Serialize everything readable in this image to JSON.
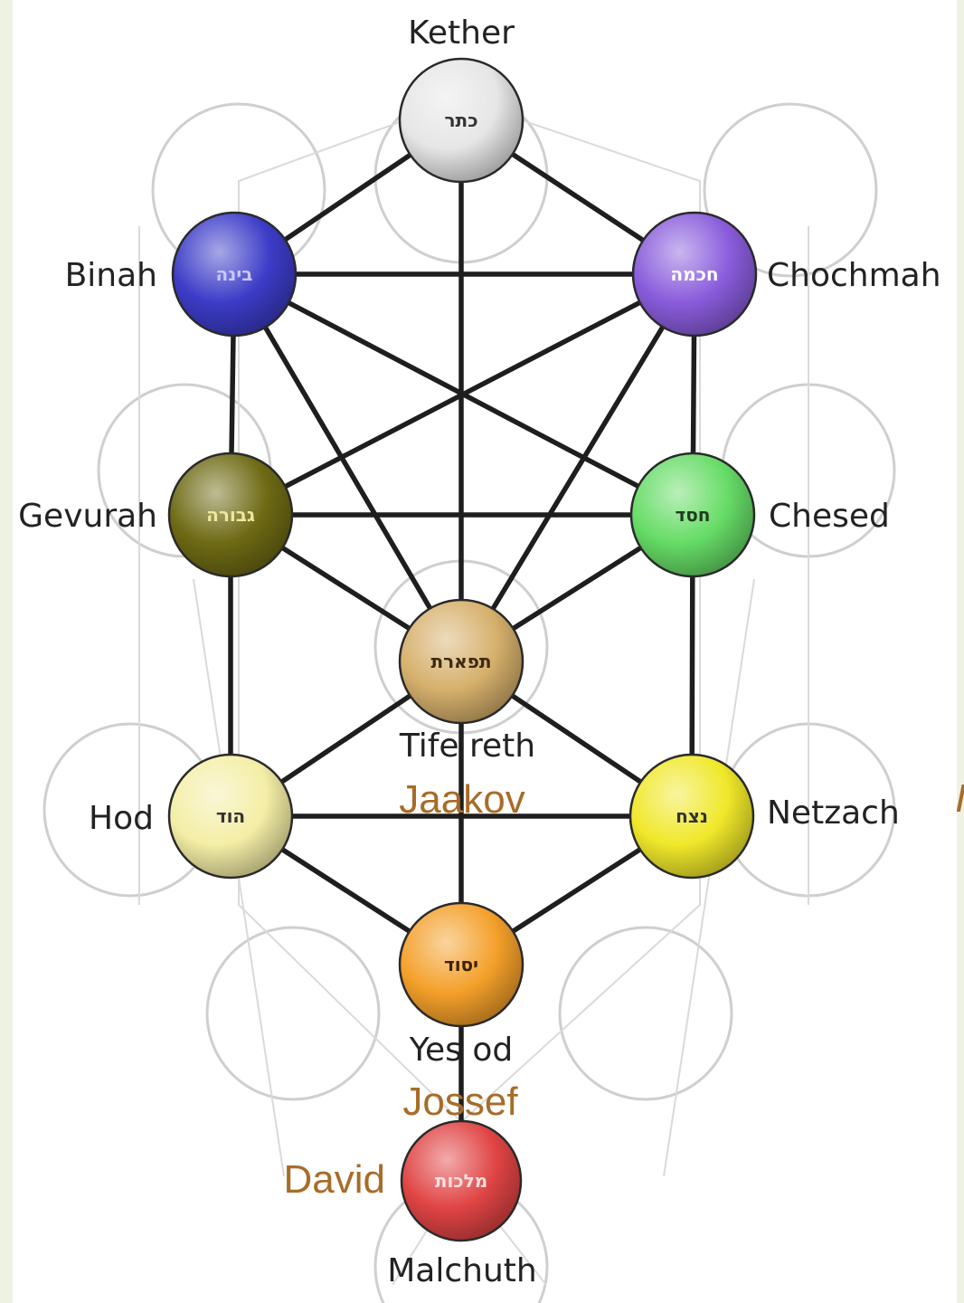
{
  "sefirot": [
    {
      "id": "kether",
      "name": "Kether",
      "hebrew": "כתר",
      "color": "#e6e6e6",
      "text_color": "#333333"
    },
    {
      "id": "binah",
      "name": "Binah",
      "hebrew": "בינה",
      "color": "#3c3cc8",
      "text_color": "#c8c8ff"
    },
    {
      "id": "chochmah",
      "name": "Chochmah",
      "hebrew": "חכמה",
      "color": "#8a5cdc",
      "text_color": "#ffffff"
    },
    {
      "id": "gevurah",
      "name": "Gevurah",
      "hebrew": "גבורה",
      "color": "#6e6a14",
      "text_color": "#f0e8a0"
    },
    {
      "id": "chesed",
      "name": "Chesed",
      "hebrew": "חסד",
      "color": "#66dc66",
      "text_color": "#1e3c1e"
    },
    {
      "id": "tiferet",
      "name": "Tife reth",
      "hebrew": "תפארת",
      "color": "#d6b06c",
      "text_color": "#3c2a10"
    },
    {
      "id": "hod",
      "name": "Hod",
      "hebrew": "הוד",
      "color": "#f4eea6",
      "text_color": "#333333"
    },
    {
      "id": "netzach",
      "name": "Netzach",
      "hebrew": "נצח",
      "color": "#f0e82a",
      "text_color": "#333333"
    },
    {
      "id": "yesod",
      "name": "Yes od",
      "hebrew": "יסוד",
      "color": "#f4a02a",
      "text_color": "#3c2200"
    },
    {
      "id": "malchuth",
      "name": "Malchuth",
      "hebrew": "מלכות",
      "color": "#e04444",
      "text_color": "#ffe0e0"
    }
  ],
  "persons": {
    "tiferet": "Jaakov",
    "yesod": "Jossef",
    "malchuth": "David"
  },
  "edge_mark": "I",
  "paths": [
    [
      "kether",
      "binah"
    ],
    [
      "kether",
      "chochmah"
    ],
    [
      "kether",
      "tiferet"
    ],
    [
      "binah",
      "chochmah"
    ],
    [
      "binah",
      "gevurah"
    ],
    [
      "binah",
      "tiferet"
    ],
    [
      "binah",
      "chesed"
    ],
    [
      "chochmah",
      "chesed"
    ],
    [
      "chochmah",
      "tiferet"
    ],
    [
      "chochmah",
      "gevurah"
    ],
    [
      "gevurah",
      "chesed"
    ],
    [
      "gevurah",
      "tiferet"
    ],
    [
      "gevurah",
      "hod"
    ],
    [
      "chesed",
      "tiferet"
    ],
    [
      "chesed",
      "netzach"
    ],
    [
      "tiferet",
      "hod"
    ],
    [
      "tiferet",
      "netzach"
    ],
    [
      "tiferet",
      "yesod"
    ],
    [
      "hod",
      "netzach"
    ],
    [
      "hod",
      "yesod"
    ],
    [
      "netzach",
      "yesod"
    ],
    [
      "yesod",
      "malchuth"
    ]
  ]
}
